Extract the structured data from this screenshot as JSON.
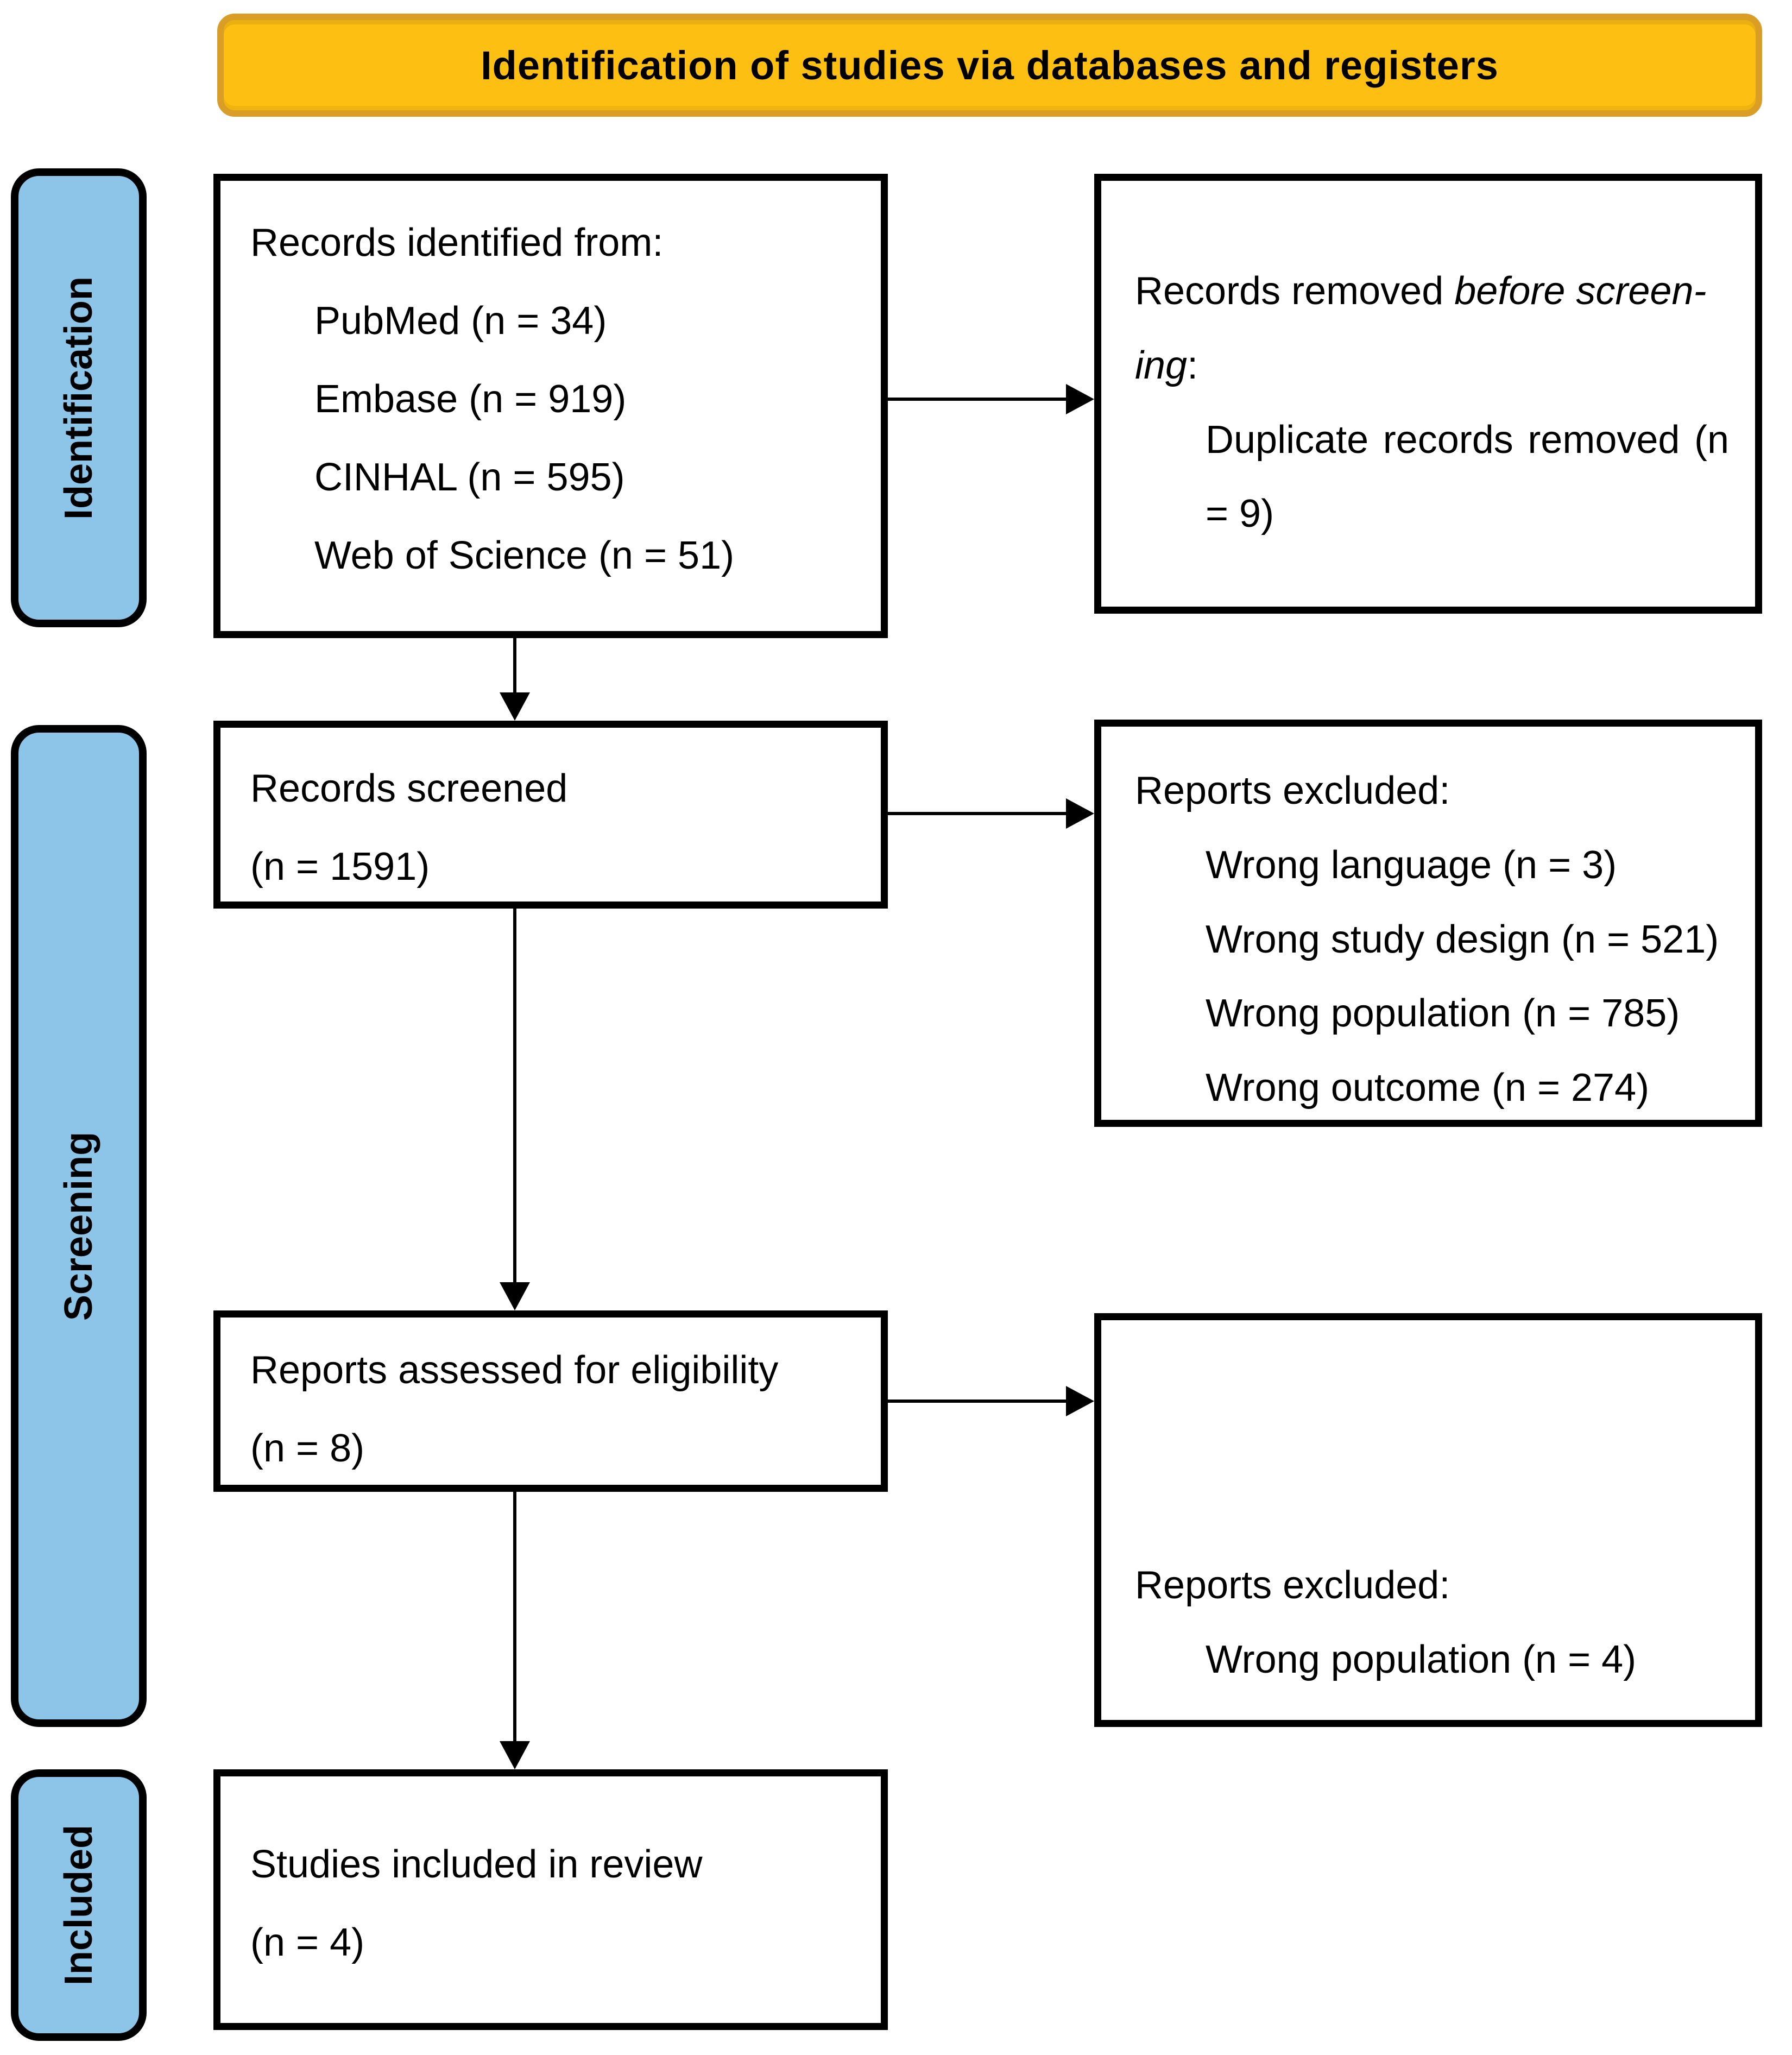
{
  "header": {
    "title": "Identification of studies via databases and registers"
  },
  "stages": [
    {
      "label": "Identification"
    },
    {
      "label": "Screening"
    },
    {
      "label": "Included"
    }
  ],
  "boxes": {
    "identified": {
      "title": "Records identified from:",
      "items": [
        "PubMed (n = 34)",
        "Embase (n = 919)",
        "CINHAL (n = 595)",
        "Web of Science (n = 51)"
      ]
    },
    "removed": {
      "title_regular_1": "Records removed ",
      "title_italic_1": "before screen-",
      "title_italic_2": "ing",
      "title_regular_2": ":",
      "item": "Duplicate records removed (n = 9)"
    },
    "screened": {
      "title": "Records screened",
      "count": "(n = 1591)"
    },
    "excluded_screening": {
      "title": "Reports excluded:",
      "items": [
        "Wrong language (n = 3)",
        "Wrong study design (n = 521)",
        "Wrong population (n = 785)",
        "Wrong outcome (n = 274)"
      ]
    },
    "assessed": {
      "title": "Reports assessed for eligibility",
      "count": "(n = 8)"
    },
    "excluded_eligibility": {
      "title": "Reports excluded:",
      "item": "Wrong population (n = 4)"
    },
    "included_studies": {
      "title": "Studies included in review",
      "count": "(n = 4)"
    }
  },
  "colors": {
    "header_fill": "#FDC012",
    "header_border": "#DA9E27",
    "stage_fill": "#8CC5E8",
    "box_border": "#000000"
  }
}
